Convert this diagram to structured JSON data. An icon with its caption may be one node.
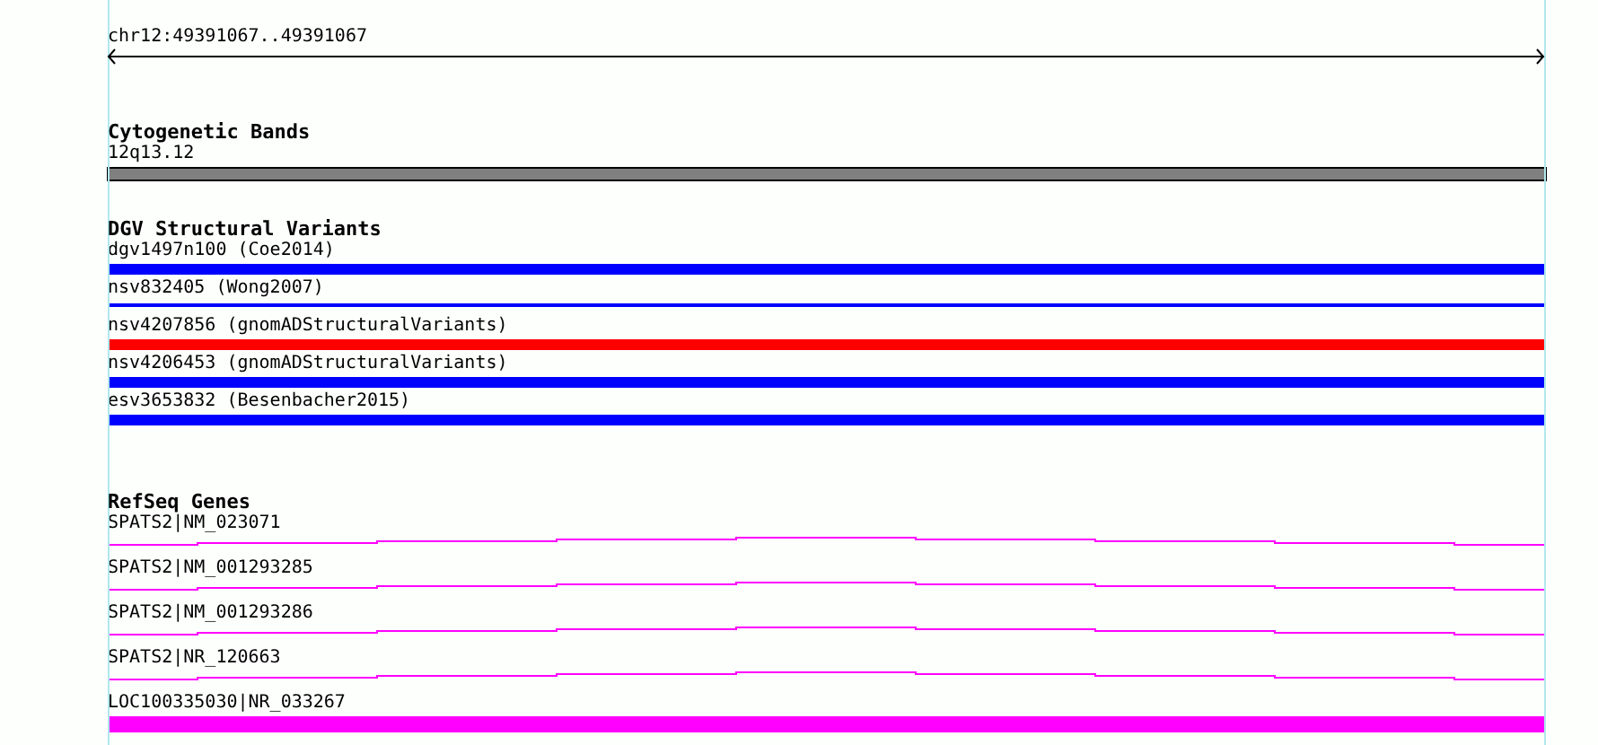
{
  "diagram": {
    "nodes": [
      {
        "text": [
          "12q13.12"
        ]
      },
      {
        "text": [
          "dgv1497n100 (Coe2014)"
        ]
      },
      {
        "text": [
          "nsv832405 (Wong2007)"
        ]
      },
      {
        "text": [
          "nsv4207856 (gnomADStructuralVariants)"
        ]
      },
      {
        "text": [
          "nsv4206453 (gnomADStructuralVariants)"
        ]
      },
      {
        "text": [
          "esv3653832 (Besenbacher2015)"
        ]
      },
      {
        "text": [
          "SPATS2|NM_023071"
        ]
      },
      {
        "text": [
          "SPATS2|NM_001293285"
        ]
      },
      {
        "text": [
          "SPATS2|NM_001293286"
        ]
      },
      {
        "text": [
          "SPATS2|NR_120663"
        ]
      },
      {
        "text": [
          "LOC100335030|NR_033267"
        ]
      }
    ],
    "labels": [
      "chr12:49391067..49391067",
      "Cytogenetic Bands",
      "DGV Structural Variants",
      "RefSeq Genes"
    ]
  }
}
